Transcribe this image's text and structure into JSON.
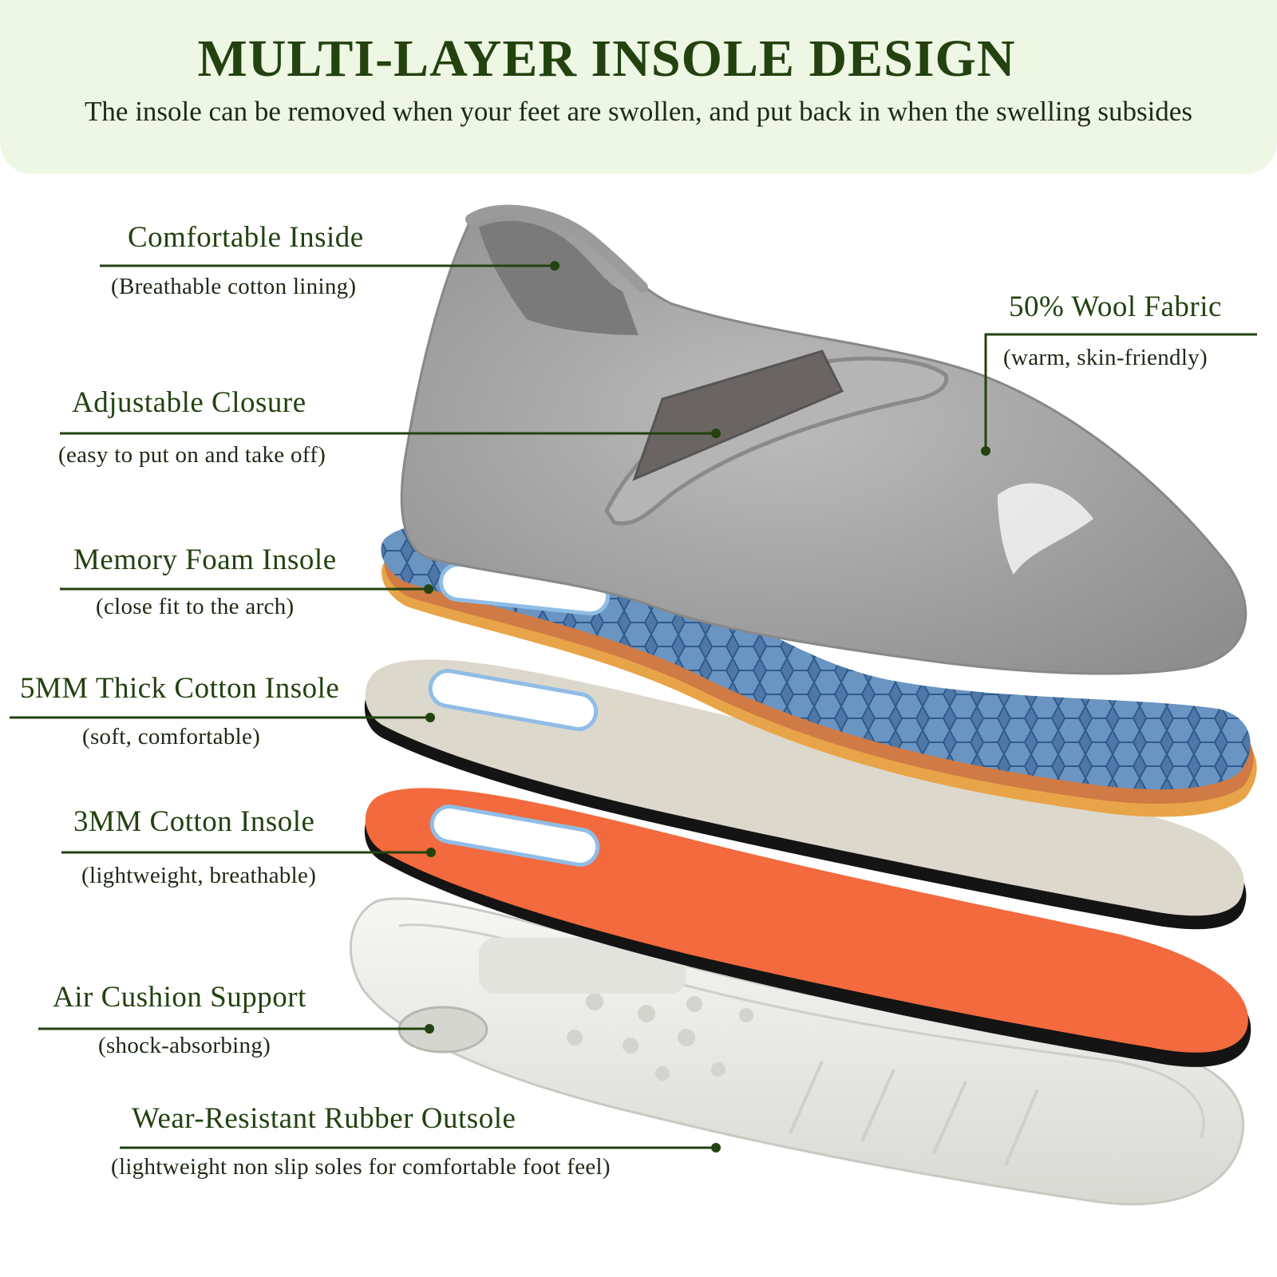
{
  "header": {
    "title": "MULTI-LAYER INSOLE DESIGN",
    "subtitle": "The insole can be removed when your feet are swollen, and put back in when the swelling subsides"
  },
  "features": [
    {
      "label": "Comfortable Inside",
      "detail": "(Breathable cotton lining)"
    },
    {
      "label": "Adjustable Closure",
      "detail": "(easy to put on and take off)"
    },
    {
      "label": "Memory Foam Insole",
      "detail": "(close fit to the arch)"
    },
    {
      "label": "5MM Thick Cotton Insole",
      "detail": "(soft, comfortable)"
    },
    {
      "label": "3MM Cotton Insole",
      "detail": "(lightweight, breathable)"
    },
    {
      "label": "Air Cushion Support",
      "detail": "(shock-absorbing)"
    },
    {
      "label": "Wear-Resistant Rubber Outsole",
      "detail": "(lightweight non slip soles for comfortable foot feel)"
    },
    {
      "label": "50% Wool Fabric",
      "detail": "(warm, skin-friendly)"
    }
  ],
  "colors": {
    "banner": "#eef6e4",
    "title": "#23420f",
    "callout_line": "#23420f",
    "wool": "#a9a9a9",
    "memory_foam": "#4f78a8",
    "cotton_insole": "#ddd8cc",
    "orange_insole": "#f26a3d",
    "outsole": "#efefeb"
  }
}
